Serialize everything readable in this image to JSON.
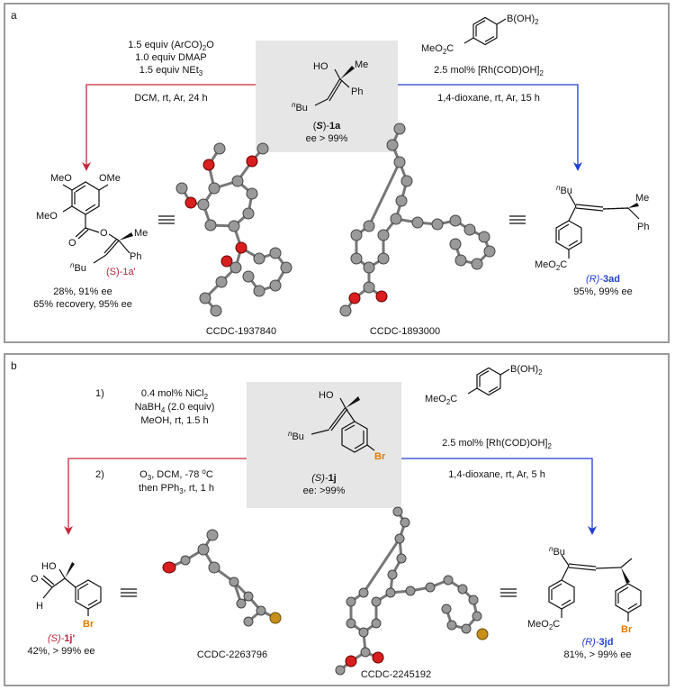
{
  "panel_a": {
    "label": "a",
    "left_conditions": {
      "line1": "1.5 equiv (ArCO)",
      "line1_sub": "2",
      "line1_end": "O",
      "line2": "1.0 equiv DMAP",
      "line3": "1.5 equiv NEt",
      "line3_sub": "3",
      "line4": "DCM, rt, Ar, 24 h"
    },
    "right_conditions": {
      "reagent_boh2": "B(OH)",
      "reagent_boh2_sub": "2",
      "reagent_ester": "MeO",
      "reagent_ester_sub": "2",
      "reagent_ester_end": "C",
      "line1": "2.5 mol% [Rh(COD)OH]",
      "line1_sub": "2",
      "line2": "1,4-dioxane, rt, Ar, 15 h"
    },
    "center": {
      "ho": "HO",
      "me": "Me",
      "ph": "Ph",
      "nbu_sup": "n",
      "nbu": "Bu",
      "name_open": "(",
      "name_s": "S",
      "name_close": ")-",
      "name_num": "1a",
      "ee": "ee > 99%"
    },
    "left_product": {
      "ome_top_left": "MeO",
      "ome_top_right": "OMe",
      "ome_left": "MeO",
      "o1": "O",
      "o2": "O",
      "me": "Me",
      "ph": "Ph",
      "nbu_sup": "n",
      "nbu": "Bu",
      "name": "(S)-1a'",
      "yield1": "28%, 91% ee",
      "yield2": "65% recovery, 95% ee",
      "ccdc": "CCDC-1937840"
    },
    "right_product": {
      "nbu_sup": "n",
      "nbu": "Bu",
      "me": "Me",
      "ph": "Ph",
      "ester": "MeO",
      "ester_sub": "2",
      "ester_end": "C",
      "name_r": "(R)-",
      "name_num": "3ad",
      "yield": "95%, 99% ee",
      "ccdc": "CCDC-1893000"
    }
  },
  "panel_b": {
    "label": "b",
    "left_conditions": {
      "step1_num": "1)",
      "step1_l1": "0.4 mol% NiCl",
      "step1_l1_sub": "2",
      "step1_l2": "NaBH",
      "step1_l2_sub": "4",
      "step1_l2_end": " (2.0 equiv)",
      "step1_l3": "MeOH, rt, 1.5 h",
      "step2_num": "2)",
      "step2_l1": "O",
      "step2_l1_sub": "3",
      "step2_l1_end": ", DCM, -78 ",
      "step2_l1_deg": "o",
      "step2_l1_c": "C",
      "step2_l2": "then PPh",
      "step2_l2_sub": "3",
      "step2_l2_end": ", rt, 1 h"
    },
    "right_conditions": {
      "reagent_boh2": "B(OH)",
      "reagent_boh2_sub": "2",
      "reagent_ester": "MeO",
      "reagent_ester_sub": "2",
      "reagent_ester_end": "C",
      "line1": "2.5 mol% [Rh(COD)OH]",
      "line1_sub": "2",
      "line2": "1,4-dioxane, rt, Ar, 5 h"
    },
    "center": {
      "ho": "HO",
      "nbu_sup": "n",
      "nbu": "Bu",
      "br": "Br",
      "name_s": "(S)-",
      "name_num": "1j",
      "ee": "ee: >99%"
    },
    "left_product": {
      "ho": "HO",
      "o": "O",
      "h": "H",
      "br": "Br",
      "name_s": "(S)-",
      "name_num": "1j'",
      "yield": "42%, > 99% ee",
      "ccdc": "CCDC-2263796"
    },
    "right_product": {
      "nbu_sup": "n",
      "nbu": "Bu",
      "br": "Br",
      "ester": "MeO",
      "ester_sub": "2",
      "ester_end": "C",
      "name_r": "(R)-",
      "name_num": "3jd",
      "yield": "81%, > 99% ee",
      "ccdc": "CCDC-2245192"
    }
  },
  "colors": {
    "red_arrow": "#c8283c",
    "blue_arrow": "#1f3fd0",
    "bromine": "#e07c00",
    "oxygen_atom": "#d81e1e",
    "carbon_atom": "#8a8a8a",
    "bromine_atom": "#c8901a",
    "box": "#e6e6e6",
    "border": "#9a9a9a"
  }
}
